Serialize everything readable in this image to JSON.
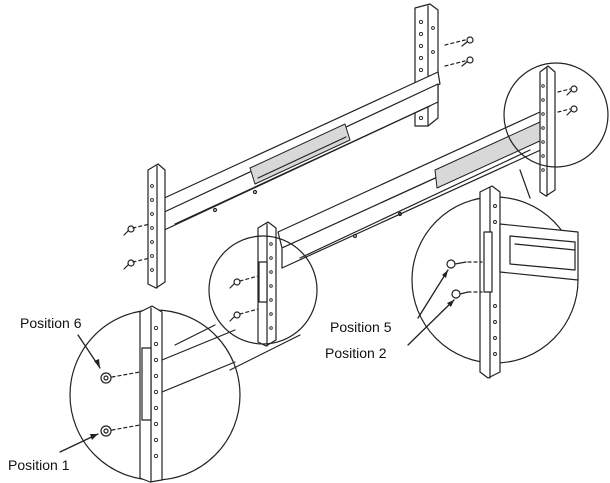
{
  "callouts": {
    "position_6": "Position 6",
    "position_1": "Position 1",
    "position_5": "Position 5",
    "position_2": "Position 2"
  },
  "colors": {
    "line": "#222222",
    "fill": "#ffffff",
    "shade": "#d8d8d8"
  }
}
